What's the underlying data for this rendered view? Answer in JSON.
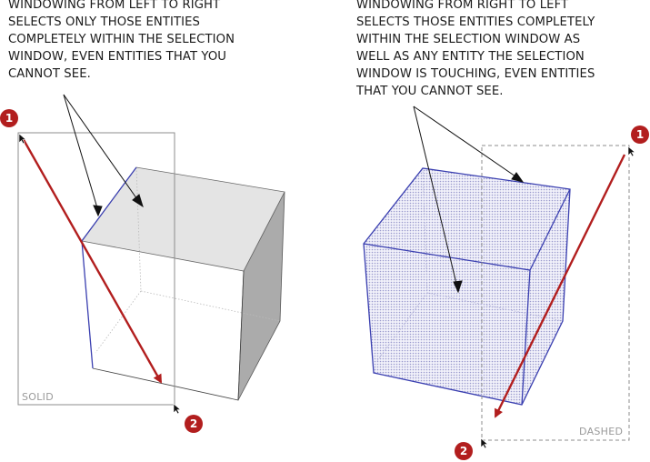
{
  "captions": {
    "left": "WINDOWING FROM LEFT TO RIGHT\nSELECTS ONLY THOSE ENTITIES\nCOMPLETELY WITHIN THE SELECTION\nWINDOW, EVEN ENTITIES THAT YOU\nCANNOT SEE.",
    "right": "WINDOWING FROM RIGHT TO LEFT\nSELECTS THOSE ENTITIES COMPLETELY\nWITHIN THE SELECTION WINDOW AS\nWELL AS ANY ENTITY THE SELECTION\nWINDOW IS TOUCHING, EVEN ENTITIES\nTHAT YOU CANNOT SEE."
  },
  "box_labels": {
    "left": "SOLID",
    "right": "DASHED"
  },
  "markers": {
    "start": "1",
    "end": "2"
  },
  "colors": {
    "arrow": "#b21e1e",
    "selected_edge": "#3a3fb0",
    "top_face": "#e6e6e6",
    "side_face": "#a9a9a9",
    "selected_face": "#dcdcf0",
    "window_line": "#8c8c8c"
  },
  "icons": {
    "cursor": "arrow-cursor-icon"
  }
}
